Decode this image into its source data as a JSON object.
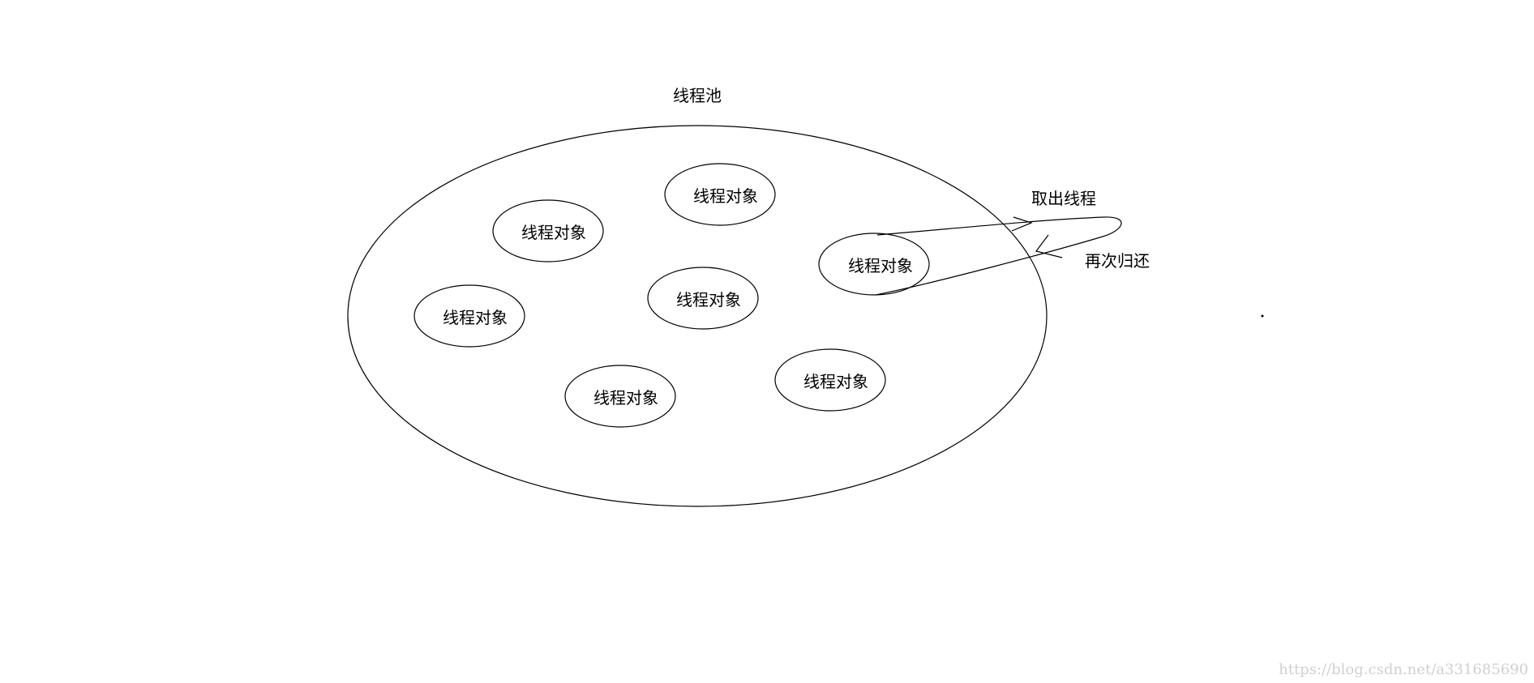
{
  "diagram": {
    "pool_label": "线程池",
    "thread_object_label": "线程对象",
    "take_out_label": "取出线程",
    "return_label": "再次归还",
    "watermark": "https://blog.csdn.net/a331685690"
  },
  "colors": {
    "stroke": "#000000",
    "background": "#ffffff",
    "watermark": "#d0d0d0"
  }
}
